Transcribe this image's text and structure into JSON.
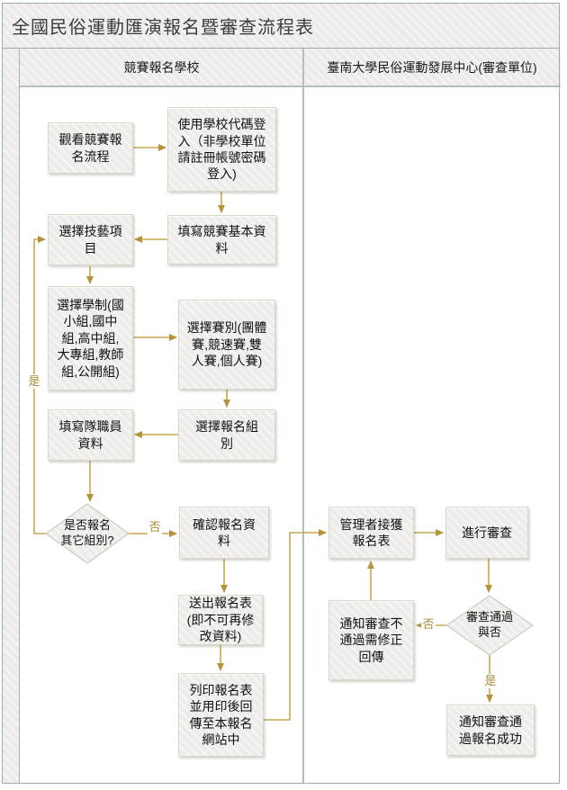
{
  "title": "全國民俗運動匯演報名暨審查流程表",
  "lanes": [
    {
      "header": "競賽報名學校"
    },
    {
      "header": "臺南大學民俗運動發展中心(審查單位)"
    }
  ],
  "nodes": {
    "watch": {
      "label": "觀看競賽報名流程"
    },
    "login": {
      "label": "使用學校代碼登入（非學校單位請註冊帳號密碼登入)"
    },
    "fill_basic": {
      "label": "填寫競賽基本資料"
    },
    "choose_skill": {
      "label": "選擇技藝項目"
    },
    "choose_division": {
      "label": "選擇學制(國小組,國中組,高中組,大專組,教師組,公開組)"
    },
    "choose_race": {
      "label": "選擇賽別(團體賽,競速賽,雙人賽,個人賽)"
    },
    "choose_group": {
      "label": "選擇報名組別"
    },
    "fill_staff": {
      "label": "填寫隊職員資料"
    },
    "decide_other": {
      "label": "是否報名其它組別?"
    },
    "confirm": {
      "label": "確認報名資料"
    },
    "submit": {
      "label": "送出報名表(即不可再修改資料)"
    },
    "print": {
      "label": "列印報名表並用印後回傳至本報名網站中"
    },
    "manager": {
      "label": "管理者接獲報名表"
    },
    "review": {
      "label": "進行審查"
    },
    "decide_pass": {
      "label": "審查通過與否"
    },
    "notify_fail": {
      "label": "通知審查不通過需修正回傳"
    },
    "notify_pass": {
      "label": "通知審查通過報名成功"
    }
  },
  "edge_labels": {
    "loop_yes": "是",
    "other_no": "否",
    "fail_no": "否",
    "pass_yes": "是"
  },
  "colors": {
    "connector": "#c7a84e",
    "arrowhead": "#b6933b",
    "lane_border": "#a9b5b1",
    "box_fill_base": "#edece9",
    "box_border": "#d9d6cb"
  }
}
